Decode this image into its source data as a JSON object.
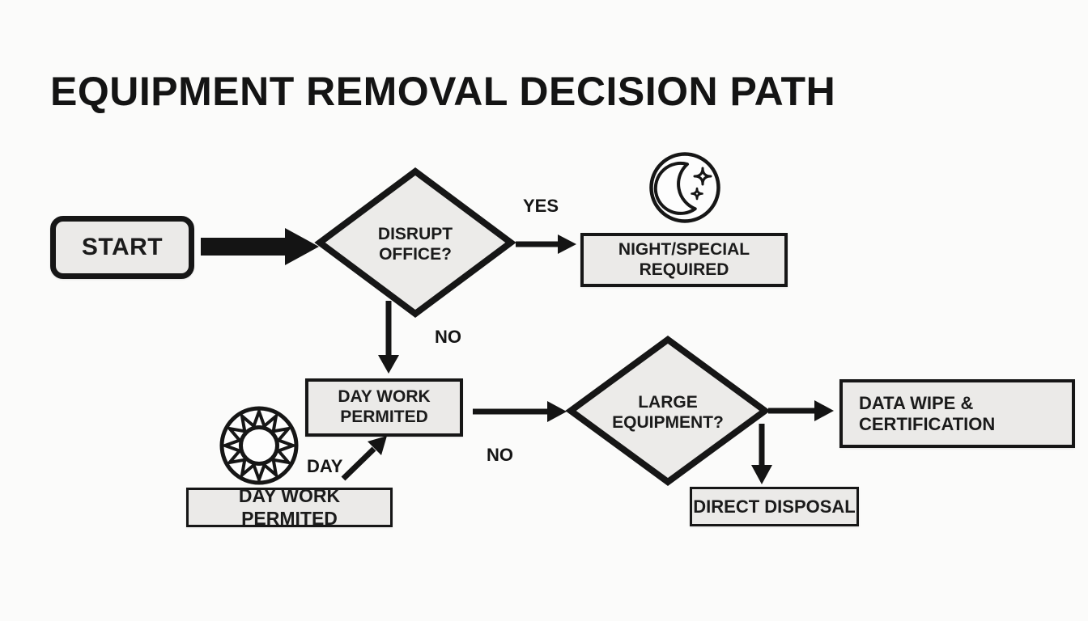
{
  "title": "EQUIPMENT REMOVAL DECISION PATH",
  "nodes": {
    "start": {
      "label": "START"
    },
    "disrupt_office": {
      "label": "DISRUPT\nOFFICE?"
    },
    "night_special": {
      "label": "NIGHT/SPECIAL\nREQUIRED"
    },
    "day_work": {
      "label": "DAY WORK\nPERMITED"
    },
    "day_work_alt": {
      "label": "DAY WORK PERMITED"
    },
    "large_equipment": {
      "label": "LARGE\nEQUIPMENT?"
    },
    "data_wipe": {
      "label": "DATA WIPE &\nCERTIFICATION"
    },
    "direct_disposal": {
      "label": "DIRECT DISPOSAL"
    }
  },
  "edge_labels": {
    "yes": "YES",
    "no_disrupt": "NO",
    "no_large": "NO",
    "day": "DAY"
  },
  "icons": {
    "moon": "moon-icon",
    "sun": "sun-icon"
  },
  "colors": {
    "background": "#fbfbfa",
    "node_fill": "#ebeae8",
    "stroke": "#161616",
    "text": "#1b1b1b"
  }
}
